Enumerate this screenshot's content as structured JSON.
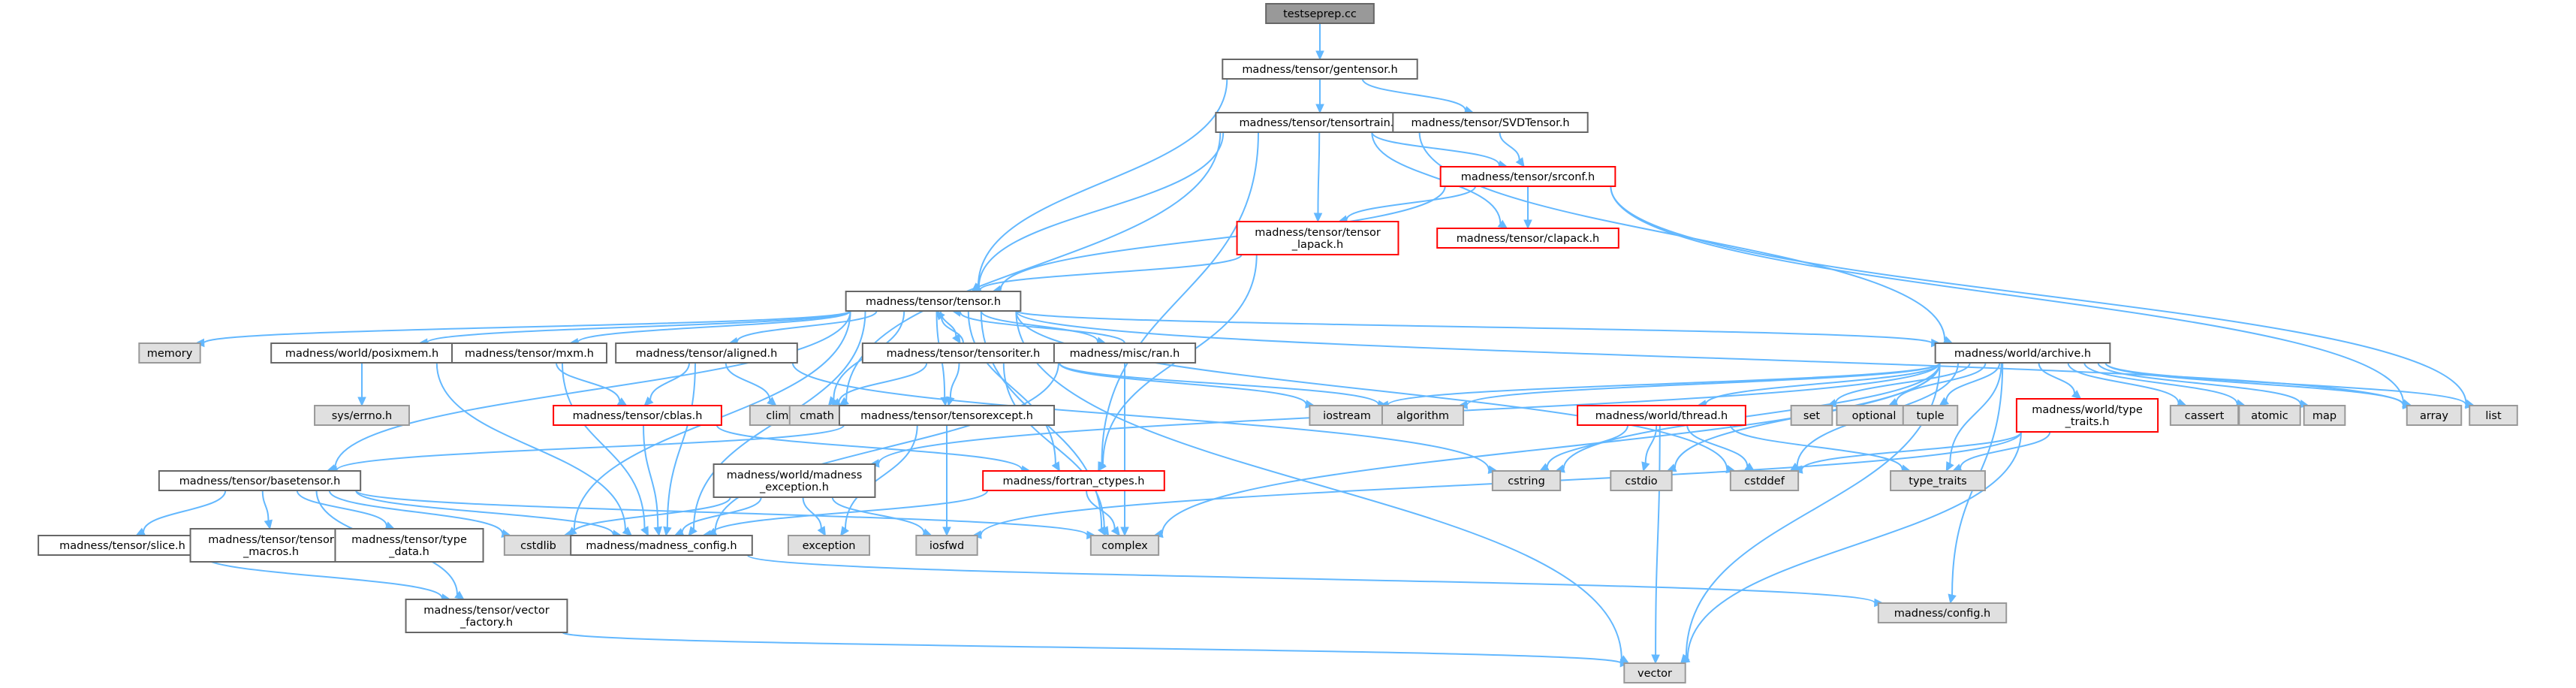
{
  "colors": {
    "edge": "#63b8ff",
    "node_fill": "#ffffff",
    "node_border": "#666666",
    "root_fill": "#999999",
    "root_border": "#666666",
    "external_fill": "#e0e0e0",
    "external_border": "#999999",
    "truncated_border": "#ff0000"
  },
  "nodes": [
    {
      "id": "testseprep",
      "lines": [
        "testseprep.cc"
      ],
      "kind": "root"
    },
    {
      "id": "gentensor",
      "lines": [
        "madness/tensor/gentensor.h"
      ],
      "kind": "normal"
    },
    {
      "id": "tensortrain",
      "lines": [
        "madness/tensor/tensortrain.h"
      ],
      "kind": "normal"
    },
    {
      "id": "svdtensor",
      "lines": [
        "madness/tensor/SVDTensor.h"
      ],
      "kind": "normal"
    },
    {
      "id": "srconf",
      "lines": [
        "madness/tensor/srconf.h"
      ],
      "kind": "truncated"
    },
    {
      "id": "tensor_lapack",
      "lines": [
        "madness/tensor/tensor",
        "_lapack.h"
      ],
      "kind": "truncated"
    },
    {
      "id": "clapack",
      "lines": [
        "madness/tensor/clapack.h"
      ],
      "kind": "truncated"
    },
    {
      "id": "tensor",
      "lines": [
        "madness/tensor/tensor.h"
      ],
      "kind": "normal"
    },
    {
      "id": "memory",
      "lines": [
        "memory"
      ],
      "kind": "external"
    },
    {
      "id": "posixmem",
      "lines": [
        "madness/world/posixmem.h"
      ],
      "kind": "normal"
    },
    {
      "id": "mxm",
      "lines": [
        "madness/tensor/mxm.h"
      ],
      "kind": "normal"
    },
    {
      "id": "aligned",
      "lines": [
        "madness/tensor/aligned.h"
      ],
      "kind": "normal"
    },
    {
      "id": "tensoriter",
      "lines": [
        "madness/tensor/tensoriter.h"
      ],
      "kind": "normal"
    },
    {
      "id": "ran",
      "lines": [
        "madness/misc/ran.h"
      ],
      "kind": "normal"
    },
    {
      "id": "archive",
      "lines": [
        "madness/world/archive.h"
      ],
      "kind": "normal"
    },
    {
      "id": "errno",
      "lines": [
        "sys/errno.h"
      ],
      "kind": "external"
    },
    {
      "id": "cblas",
      "lines": [
        "madness/tensor/cblas.h"
      ],
      "kind": "truncated"
    },
    {
      "id": "climits",
      "lines": [
        "climits"
      ],
      "kind": "external"
    },
    {
      "id": "cmath",
      "lines": [
        "cmath"
      ],
      "kind": "external"
    },
    {
      "id": "tensorexcept",
      "lines": [
        "madness/tensor/tensorexcept.h"
      ],
      "kind": "normal"
    },
    {
      "id": "iostream",
      "lines": [
        "iostream"
      ],
      "kind": "external"
    },
    {
      "id": "algorithm",
      "lines": [
        "algorithm"
      ],
      "kind": "external"
    },
    {
      "id": "thread",
      "lines": [
        "madness/world/thread.h"
      ],
      "kind": "truncated"
    },
    {
      "id": "set",
      "lines": [
        "set"
      ],
      "kind": "external"
    },
    {
      "id": "optional",
      "lines": [
        "optional"
      ],
      "kind": "external"
    },
    {
      "id": "tuple",
      "lines": [
        "tuple"
      ],
      "kind": "external"
    },
    {
      "id": "type_traits_h",
      "lines": [
        "madness/world/type",
        "_traits.h"
      ],
      "kind": "truncated"
    },
    {
      "id": "cassert",
      "lines": [
        "cassert"
      ],
      "kind": "external"
    },
    {
      "id": "atomic",
      "lines": [
        "atomic"
      ],
      "kind": "external"
    },
    {
      "id": "map",
      "lines": [
        "map"
      ],
      "kind": "external"
    },
    {
      "id": "array",
      "lines": [
        "array"
      ],
      "kind": "external"
    },
    {
      "id": "list",
      "lines": [
        "list"
      ],
      "kind": "external"
    },
    {
      "id": "basetensor",
      "lines": [
        "madness/tensor/basetensor.h"
      ],
      "kind": "normal"
    },
    {
      "id": "madexcept",
      "lines": [
        "madness/world/madness",
        "_exception.h"
      ],
      "kind": "normal"
    },
    {
      "id": "fortran",
      "lines": [
        "madness/fortran_ctypes.h"
      ],
      "kind": "truncated"
    },
    {
      "id": "cstring",
      "lines": [
        "cstring"
      ],
      "kind": "external"
    },
    {
      "id": "cstdio",
      "lines": [
        "cstdio"
      ],
      "kind": "external"
    },
    {
      "id": "cstddef",
      "lines": [
        "cstddef"
      ],
      "kind": "external"
    },
    {
      "id": "type_traits",
      "lines": [
        "type_traits"
      ],
      "kind": "external"
    },
    {
      "id": "slice",
      "lines": [
        "madness/tensor/slice.h"
      ],
      "kind": "normal"
    },
    {
      "id": "tensor_macros",
      "lines": [
        "madness/tensor/tensor",
        "_macros.h"
      ],
      "kind": "normal"
    },
    {
      "id": "type_data",
      "lines": [
        "madness/tensor/type",
        "_data.h"
      ],
      "kind": "normal"
    },
    {
      "id": "cstdlib",
      "lines": [
        "cstdlib"
      ],
      "kind": "external"
    },
    {
      "id": "madness_config",
      "lines": [
        "madness/madness_config.h"
      ],
      "kind": "normal"
    },
    {
      "id": "exception",
      "lines": [
        "exception"
      ],
      "kind": "external"
    },
    {
      "id": "iosfwd",
      "lines": [
        "iosfwd"
      ],
      "kind": "external"
    },
    {
      "id": "complex",
      "lines": [
        "complex"
      ],
      "kind": "external"
    },
    {
      "id": "vector_factory",
      "lines": [
        "madness/tensor/vector",
        "_factory.h"
      ],
      "kind": "normal"
    },
    {
      "id": "config",
      "lines": [
        "madness/config.h"
      ],
      "kind": "external"
    },
    {
      "id": "vector",
      "lines": [
        "vector"
      ],
      "kind": "external"
    }
  ],
  "edges": [
    [
      "testseprep",
      "gentensor"
    ],
    [
      "gentensor",
      "tensortrain"
    ],
    [
      "gentensor",
      "svdtensor"
    ],
    [
      "gentensor",
      "tensor"
    ],
    [
      "tensortrain",
      "srconf"
    ],
    [
      "tensortrain",
      "tensor_lapack"
    ],
    [
      "tensortrain",
      "clapack"
    ],
    [
      "tensortrain",
      "tensor"
    ],
    [
      "tensortrain",
      "archive"
    ],
    [
      "tensortrain",
      "fortran"
    ],
    [
      "tensortrain",
      "cmath"
    ],
    [
      "svdtensor",
      "srconf"
    ],
    [
      "srconf",
      "tensor_lapack"
    ],
    [
      "srconf",
      "clapack"
    ],
    [
      "srconf",
      "tensor"
    ],
    [
      "srconf",
      "array"
    ],
    [
      "srconf",
      "list"
    ],
    [
      "tensor_lapack",
      "tensor"
    ],
    [
      "tensor_lapack",
      "fortran"
    ],
    [
      "tensor",
      "memory"
    ],
    [
      "tensor",
      "posixmem"
    ],
    [
      "tensor",
      "mxm"
    ],
    [
      "tensor",
      "aligned"
    ],
    [
      "tensor",
      "tensoriter"
    ],
    [
      "tensor",
      "ran"
    ],
    [
      "tensor",
      "archive"
    ],
    [
      "tensor",
      "basetensor"
    ],
    [
      "tensor",
      "tensorexcept"
    ],
    [
      "tensor",
      "cmath"
    ],
    [
      "tensor",
      "complex"
    ],
    [
      "tensor",
      "cstddef"
    ],
    [
      "tensor",
      "madness_config"
    ],
    [
      "tensor",
      "vector"
    ],
    [
      "tensor",
      "cstdlib"
    ],
    [
      "tensor",
      "fortran"
    ],
    [
      "tensor",
      "array"
    ],
    [
      "posixmem",
      "errno"
    ],
    [
      "posixmem",
      "madness_config"
    ],
    [
      "mxm",
      "cblas"
    ],
    [
      "mxm",
      "madness_config"
    ],
    [
      "aligned",
      "cblas"
    ],
    [
      "aligned",
      "climits"
    ],
    [
      "aligned",
      "madness_config"
    ],
    [
      "aligned",
      "cstring"
    ],
    [
      "cblas",
      "fortran"
    ],
    [
      "cblas",
      "madness_config"
    ],
    [
      "tensoriter",
      "tensor"
    ],
    [
      "tensoriter",
      "tensorexcept"
    ],
    [
      "tensoriter",
      "iostream"
    ],
    [
      "tensoriter",
      "algorithm"
    ],
    [
      "tensoriter",
      "complex"
    ],
    [
      "tensoriter",
      "cmath"
    ],
    [
      "ran",
      "complex"
    ],
    [
      "ran",
      "madness_config"
    ],
    [
      "ran",
      "tensor"
    ],
    [
      "tensorexcept",
      "basetensor"
    ],
    [
      "tensorexcept",
      "exception"
    ],
    [
      "tensorexcept",
      "iosfwd"
    ],
    [
      "archive",
      "iostream"
    ],
    [
      "archive",
      "algorithm"
    ],
    [
      "archive",
      "thread"
    ],
    [
      "archive",
      "set"
    ],
    [
      "archive",
      "optional"
    ],
    [
      "archive",
      "tuple"
    ],
    [
      "archive",
      "type_traits_h"
    ],
    [
      "archive",
      "cassert"
    ],
    [
      "archive",
      "atomic"
    ],
    [
      "archive",
      "map"
    ],
    [
      "archive",
      "array"
    ],
    [
      "archive",
      "list"
    ],
    [
      "archive",
      "cstddef"
    ],
    [
      "archive",
      "cstdio"
    ],
    [
      "archive",
      "cstring"
    ],
    [
      "archive",
      "type_traits"
    ],
    [
      "archive",
      "complex"
    ],
    [
      "archive",
      "madexcept"
    ],
    [
      "archive",
      "config"
    ],
    [
      "archive",
      "vector"
    ],
    [
      "thread",
      "cstring"
    ],
    [
      "thread",
      "cstdio"
    ],
    [
      "thread",
      "cstddef"
    ],
    [
      "thread",
      "type_traits"
    ],
    [
      "thread",
      "vector"
    ],
    [
      "type_traits_h",
      "cstddef"
    ],
    [
      "type_traits_h",
      "type_traits"
    ],
    [
      "type_traits_h",
      "iosfwd"
    ],
    [
      "type_traits_h",
      "vector"
    ],
    [
      "basetensor",
      "slice"
    ],
    [
      "basetensor",
      "tensor_macros"
    ],
    [
      "basetensor",
      "type_data"
    ],
    [
      "basetensor",
      "vector_factory"
    ],
    [
      "basetensor",
      "cstdlib"
    ],
    [
      "basetensor",
      "madness_config"
    ],
    [
      "basetensor",
      "complex"
    ],
    [
      "madexcept",
      "madness_config"
    ],
    [
      "madexcept",
      "exception"
    ],
    [
      "madexcept",
      "iosfwd"
    ],
    [
      "madexcept",
      "cstdlib"
    ],
    [
      "fortran",
      "complex"
    ],
    [
      "fortran",
      "madness_config"
    ],
    [
      "slice",
      "vector_factory"
    ],
    [
      "vector_factory",
      "vector"
    ],
    [
      "madness_config",
      "config"
    ]
  ]
}
